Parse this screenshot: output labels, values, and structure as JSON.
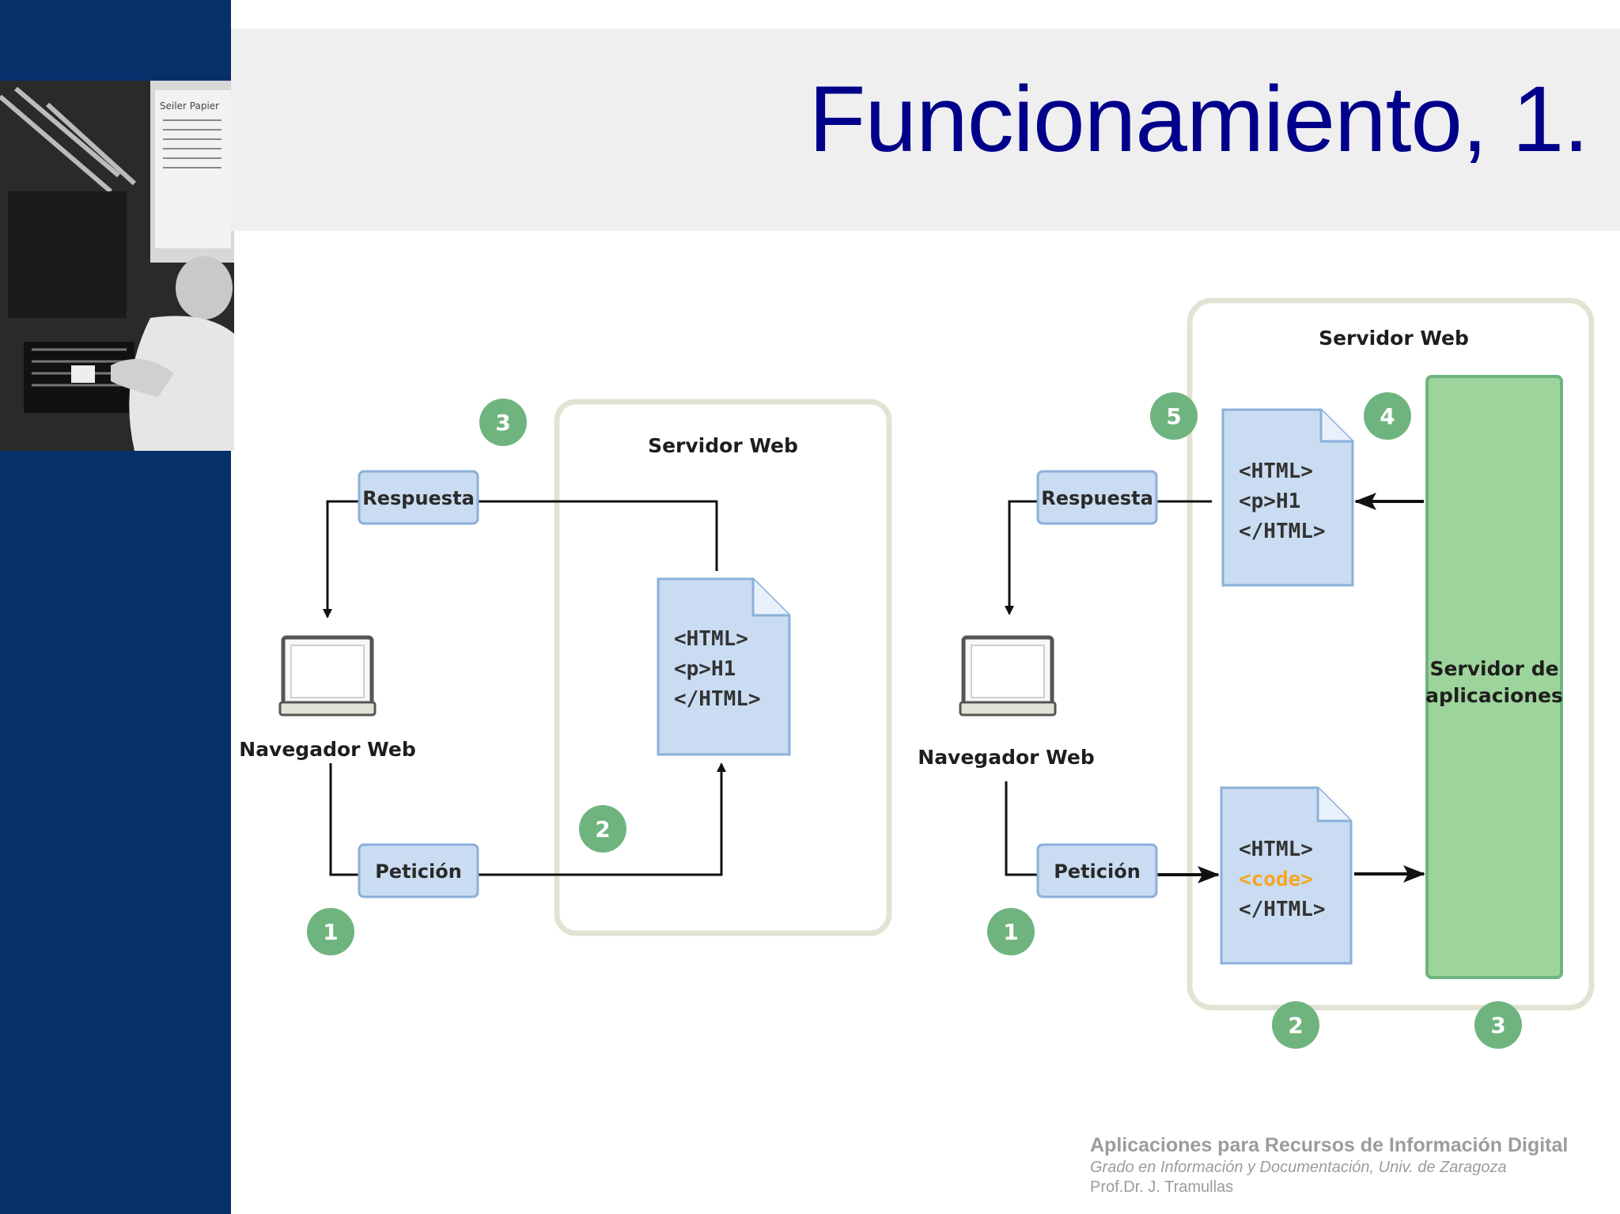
{
  "slide": {
    "title": "Funcionamiento, 1.",
    "footer": {
      "course": "Aplicaciones para Recursos de Información Digital",
      "degree": "Grado en Información y Documentación, Univ. de Zaragoza",
      "author": "Prof.Dr. J. Tramullas"
    }
  },
  "photo": {
    "description_icon": "typesetting-machine-photo",
    "sign_text": "Seiler Papier"
  },
  "diagram_static": {
    "server_label": "Servidor Web",
    "response_label": "Respuesta",
    "request_label": "Petición",
    "browser_label": "Navegador Web",
    "doc_lines": [
      "<HTML>",
      "<p>H1",
      "</HTML>"
    ],
    "steps": [
      "1",
      "2",
      "3"
    ]
  },
  "diagram_dynamic": {
    "server_label": "Servidor Web",
    "app_server_line1": "Servidor de",
    "app_server_line2": "aplicaciones",
    "response_label": "Respuesta",
    "request_label": "Petición",
    "browser_label": "Navegador Web",
    "output_doc_lines": [
      "<HTML>",
      "<p>H1",
      "</HTML>"
    ],
    "input_doc_lines": [
      "<HTML>",
      "<code>",
      "</HTML>"
    ],
    "steps": [
      "1",
      "2",
      "3",
      "4",
      "5"
    ]
  },
  "colors": {
    "sidebar": "#06306a",
    "title": "#00008a",
    "step_circle": "#6fb47f",
    "doc_fill": "#c9dcf1",
    "app_server": "#9dd49b",
    "code_highlight": "#f5a623"
  }
}
